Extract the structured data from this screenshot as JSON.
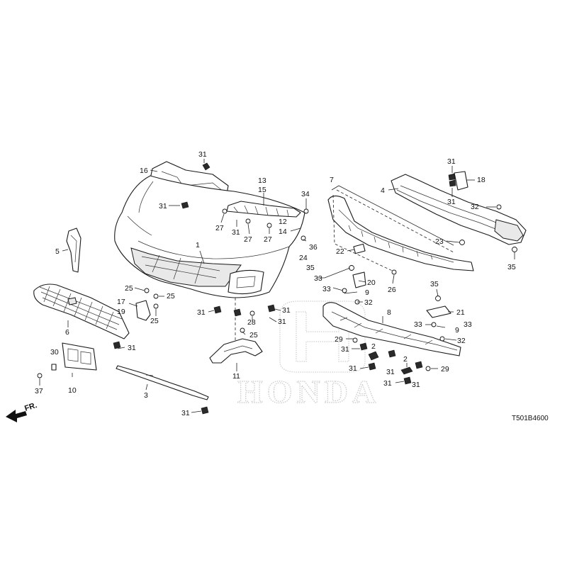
{
  "diagram": {
    "code": "T501B4600",
    "direction_label": "FR.",
    "watermark_text": "HONDA",
    "colors": {
      "line": "#1a1a1a",
      "watermark": "#c9c9c9",
      "background": "#ffffff"
    },
    "labels": [
      {
        "id": "c31a",
        "text": "31"
      },
      {
        "id": "c16",
        "text": "16"
      },
      {
        "id": "c31b",
        "text": "31"
      },
      {
        "id": "c13",
        "text": "13"
      },
      {
        "id": "c15",
        "text": "15"
      },
      {
        "id": "c34",
        "text": "34"
      },
      {
        "id": "c7",
        "text": "7"
      },
      {
        "id": "c31c",
        "text": "31"
      },
      {
        "id": "c18",
        "text": "18"
      },
      {
        "id": "c4",
        "text": "4"
      },
      {
        "id": "c31d",
        "text": "31"
      },
      {
        "id": "c32a",
        "text": "32"
      },
      {
        "id": "c27a",
        "text": "27"
      },
      {
        "id": "c31e",
        "text": "31"
      },
      {
        "id": "c27b",
        "text": "27"
      },
      {
        "id": "c27c",
        "text": "27"
      },
      {
        "id": "c12",
        "text": "12"
      },
      {
        "id": "c14",
        "text": "14"
      },
      {
        "id": "c36",
        "text": "36"
      },
      {
        "id": "c24",
        "text": "24"
      },
      {
        "id": "c1",
        "text": "1"
      },
      {
        "id": "c5",
        "text": "5"
      },
      {
        "id": "c22",
        "text": "22"
      },
      {
        "id": "c23",
        "text": "23"
      },
      {
        "id": "c35a",
        "text": "35"
      },
      {
        "id": "c35b",
        "text": "35"
      },
      {
        "id": "c26",
        "text": "26"
      },
      {
        "id": "c33a",
        "text": "33"
      },
      {
        "id": "c20",
        "text": "20"
      },
      {
        "id": "c33b",
        "text": "33"
      },
      {
        "id": "c9a",
        "text": "9"
      },
      {
        "id": "c32b",
        "text": "32"
      },
      {
        "id": "c35c",
        "text": "35"
      },
      {
        "id": "c21",
        "text": "21"
      },
      {
        "id": "c25a",
        "text": "25"
      },
      {
        "id": "c25b",
        "text": "25"
      },
      {
        "id": "c17",
        "text": "17"
      },
      {
        "id": "c19",
        "text": "19"
      },
      {
        "id": "c25c",
        "text": "25"
      },
      {
        "id": "c31f",
        "text": "31"
      },
      {
        "id": "c28",
        "text": "28"
      },
      {
        "id": "c31g",
        "text": "31"
      },
      {
        "id": "c31h",
        "text": "31"
      },
      {
        "id": "c25d",
        "text": "25"
      },
      {
        "id": "c8",
        "text": "8"
      },
      {
        "id": "c33c",
        "text": "33"
      },
      {
        "id": "c9b",
        "text": "9"
      },
      {
        "id": "c33d",
        "text": "33"
      },
      {
        "id": "c32c",
        "text": "32"
      },
      {
        "id": "c29a",
        "text": "29"
      },
      {
        "id": "c31i",
        "text": "31"
      },
      {
        "id": "c2a",
        "text": "2"
      },
      {
        "id": "c6",
        "text": "6"
      },
      {
        "id": "c31j",
        "text": "31"
      },
      {
        "id": "c30",
        "text": "30"
      },
      {
        "id": "c11",
        "text": "11"
      },
      {
        "id": "c31k",
        "text": "31"
      },
      {
        "id": "c31l",
        "text": "31"
      },
      {
        "id": "c2b",
        "text": "2"
      },
      {
        "id": "c29b",
        "text": "29"
      },
      {
        "id": "c31m",
        "text": "31"
      },
      {
        "id": "c31n",
        "text": "31"
      },
      {
        "id": "c37",
        "text": "37"
      },
      {
        "id": "c10",
        "text": "10"
      },
      {
        "id": "c3",
        "text": "3"
      },
      {
        "id": "c31o",
        "text": "31"
      }
    ]
  }
}
